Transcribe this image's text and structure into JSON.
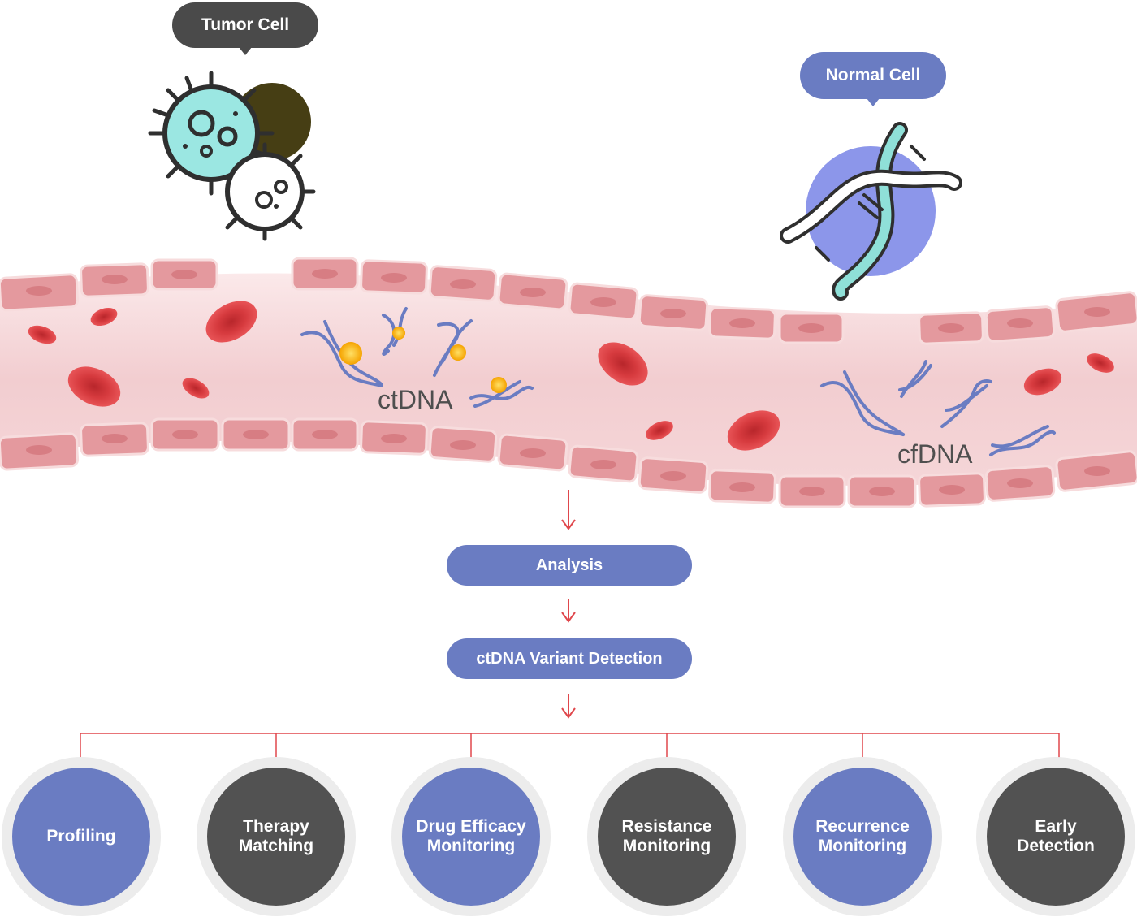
{
  "labels": {
    "tumor_cell": "Tumor Cell",
    "normal_cell": "Normal Cell",
    "ctdna": "ctDNA",
    "cfdna": "cfDNA"
  },
  "flow": {
    "analysis": "Analysis",
    "detection": "ctDNA Variant Detection"
  },
  "outcomes": [
    {
      "label": "Profiling",
      "style": "blue"
    },
    {
      "label": "Therapy\nMatching",
      "style": "dark"
    },
    {
      "label": "Drug Efficacy\nMonitoring",
      "style": "blue"
    },
    {
      "label": "Resistance\nMonitoring",
      "style": "dark"
    },
    {
      "label": "Recurrence\nMonitoring",
      "style": "blue"
    },
    {
      "label": "Early\nDetection",
      "style": "dark"
    }
  ],
  "colors": {
    "accent_blue": "#6a7cc2",
    "dark": "#525252",
    "vessel": "#f0c9cc",
    "vessel_wall": "#e4999e",
    "blood_cell": "#d9383c",
    "arrow": "#e0474c",
    "tumor_cell": "#9be7e2",
    "dna": "#6a7cc2"
  },
  "icons": [
    "tumor-cell-icon",
    "dna-helix-icon",
    "red-blood-cell-icon",
    "dna-fragment-icon",
    "down-arrow-icon"
  ]
}
